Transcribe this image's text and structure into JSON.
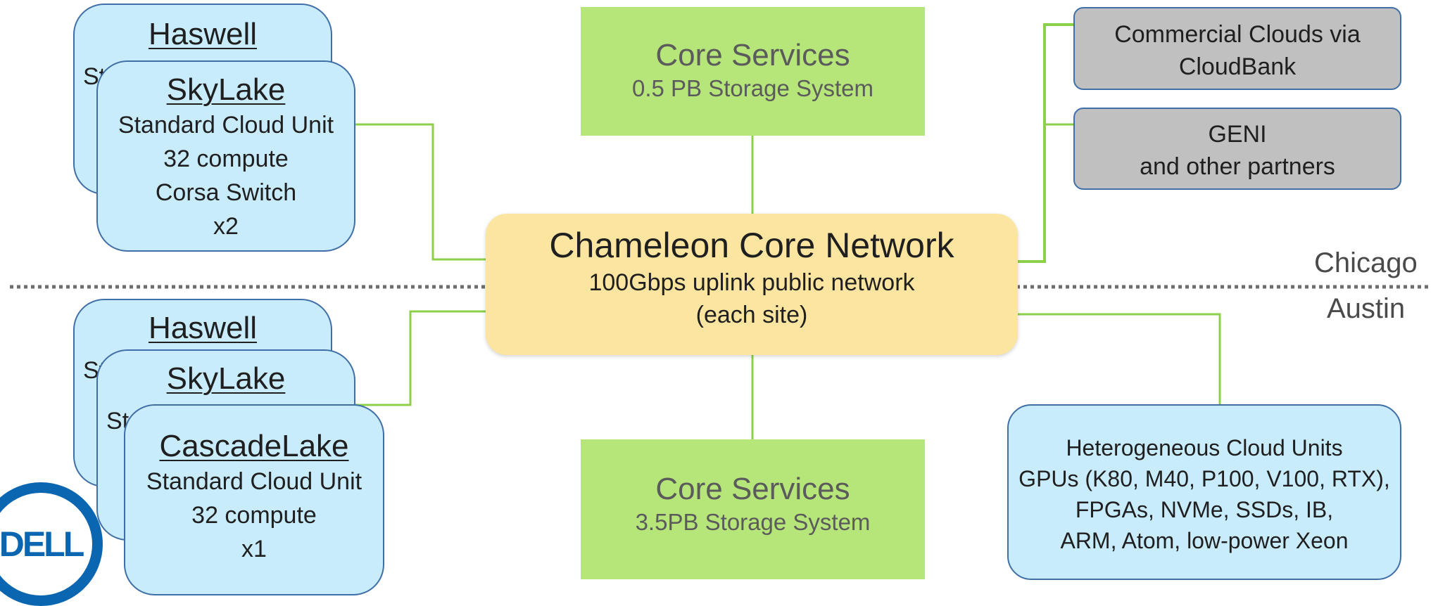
{
  "chicago": {
    "haswell": {
      "title": "Haswell",
      "peek": "St"
    },
    "skylake": {
      "title": "SkyLake",
      "lines": [
        "Standard Cloud Unit",
        "32 compute",
        "Corsa Switch",
        "x2"
      ]
    }
  },
  "austin": {
    "haswell": {
      "title": "Haswell",
      "peek": "St"
    },
    "skylake": {
      "title": "SkyLake",
      "peek": "St"
    },
    "cascadelake": {
      "title": "CascadeLake",
      "lines": [
        "Standard Cloud Unit",
        "32 compute",
        "x1"
      ]
    }
  },
  "core_top": {
    "title": "Core Services",
    "subtitle": "0.5 PB Storage System"
  },
  "core_bottom": {
    "title": "Core Services",
    "subtitle": "3.5PB Storage System"
  },
  "hub": {
    "title": "Chameleon Core Network",
    "line1": "100Gbps uplink public network",
    "line2": "(each site)"
  },
  "partners": {
    "cloudbank": {
      "line1": "Commercial Clouds via",
      "line2": "CloudBank"
    },
    "geni": {
      "line1": "GENI",
      "line2": "and other partners"
    }
  },
  "heterogeneous": {
    "lines": [
      "Heterogeneous Cloud Units",
      "GPUs (K80, M40, P100, V100, RTX),",
      "FPGAs, NVMe, SSDs, IB,",
      "ARM, Atom, low-power Xeon"
    ]
  },
  "sites": {
    "top": "Chicago",
    "bottom": "Austin"
  },
  "logo": {
    "text": "DELL"
  },
  "colors": {
    "cloud_unit": "#c9ecfc",
    "core_services": "#b6e57a",
    "core_network": "#fbe5a0",
    "partner": "#c0c0c0",
    "connector": "#8cd04a",
    "border": "#3f6fa6",
    "dell_blue": "#0a66b1"
  }
}
